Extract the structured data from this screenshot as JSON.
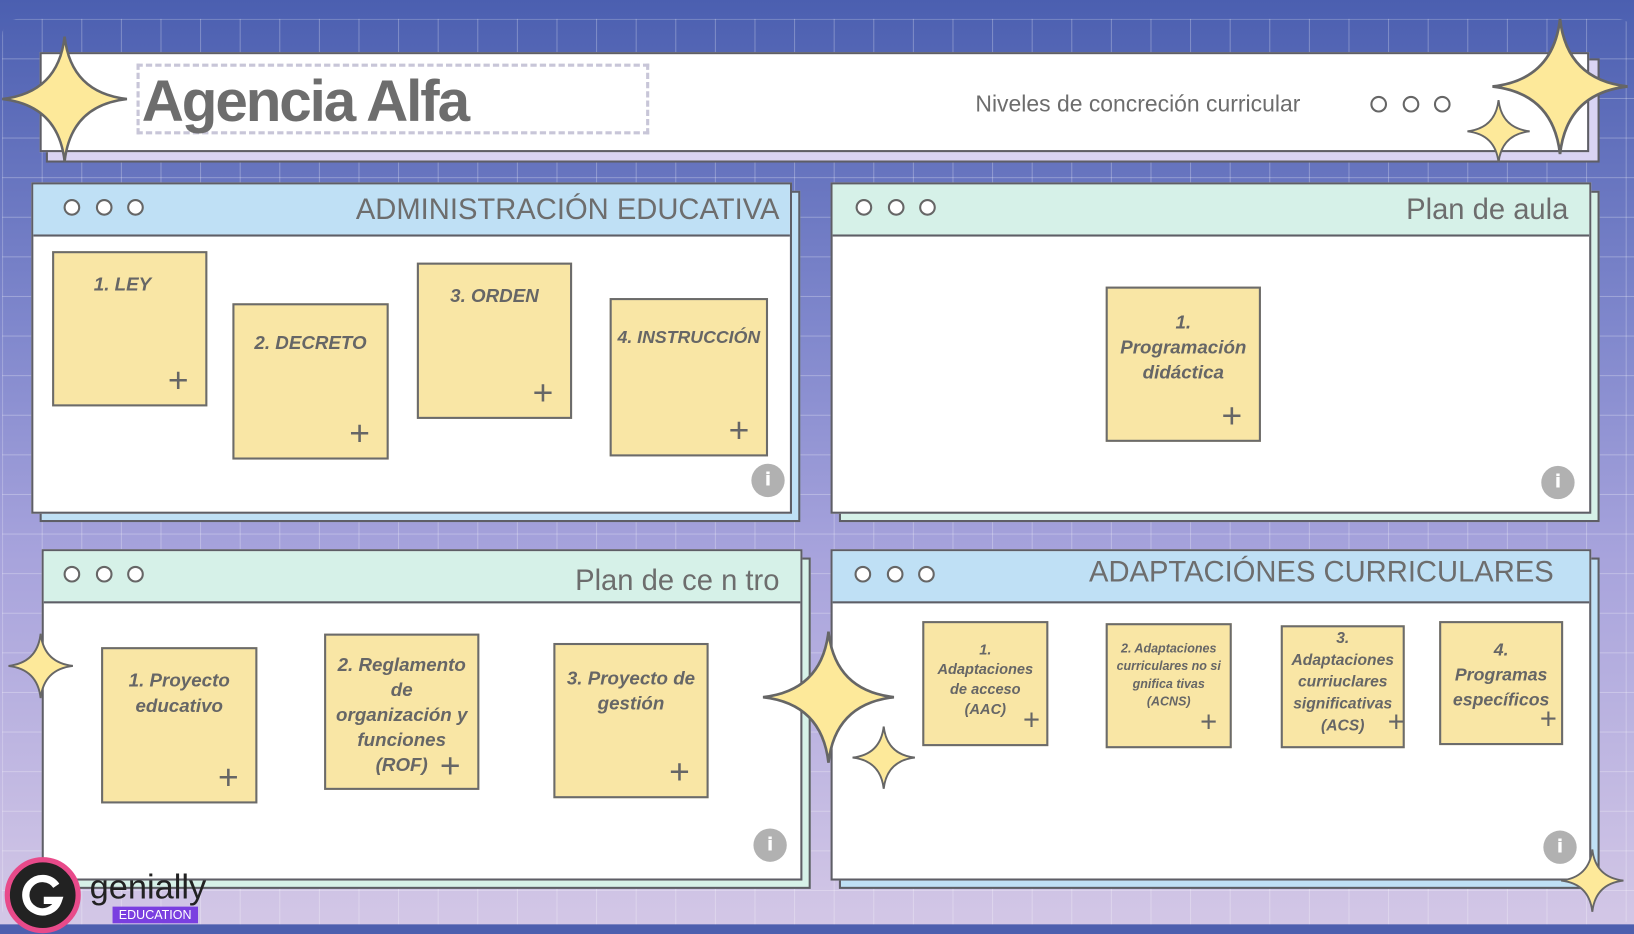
{
  "header": {
    "title": "Agencia Alfa",
    "subtitle": "Niveles de concreción curricular"
  },
  "panels": [
    {
      "title": "ADMINISTRACIÓN EDUCATIVA",
      "cards": [
        "1. LEY",
        "2. DECRETO",
        "3. ORDEN",
        "4. INSTRUCCIÓN"
      ]
    },
    {
      "title": "Plan de aula",
      "cards": [
        "1. Programación didáctica"
      ]
    },
    {
      "title": "Plan de ce n tro",
      "cards": [
        "1. Proyecto educativo",
        "2. Reglamento de organización y funciones (ROF)",
        "3. Proyecto de gestión"
      ]
    },
    {
      "title": "ADAPTACIÓNES CURRICULARES",
      "cards": [
        "1. Adaptaciones de acceso (AAC)",
        "2. Adaptaciones curriculares no si gnifica tivas (ACNS)",
        "3. Adaptaciones curriuclares significativas (ACS)",
        "4. Programas específicos"
      ]
    }
  ],
  "icons": {
    "plus": "+",
    "info": "i"
  },
  "branding": {
    "name": "genially",
    "badge": "EDUCATION"
  },
  "colors": {
    "card": "#f9e6a5",
    "blue_bar": "#bfe0f5",
    "mint_bar": "#d6f1e8",
    "star": "#fde99a"
  }
}
